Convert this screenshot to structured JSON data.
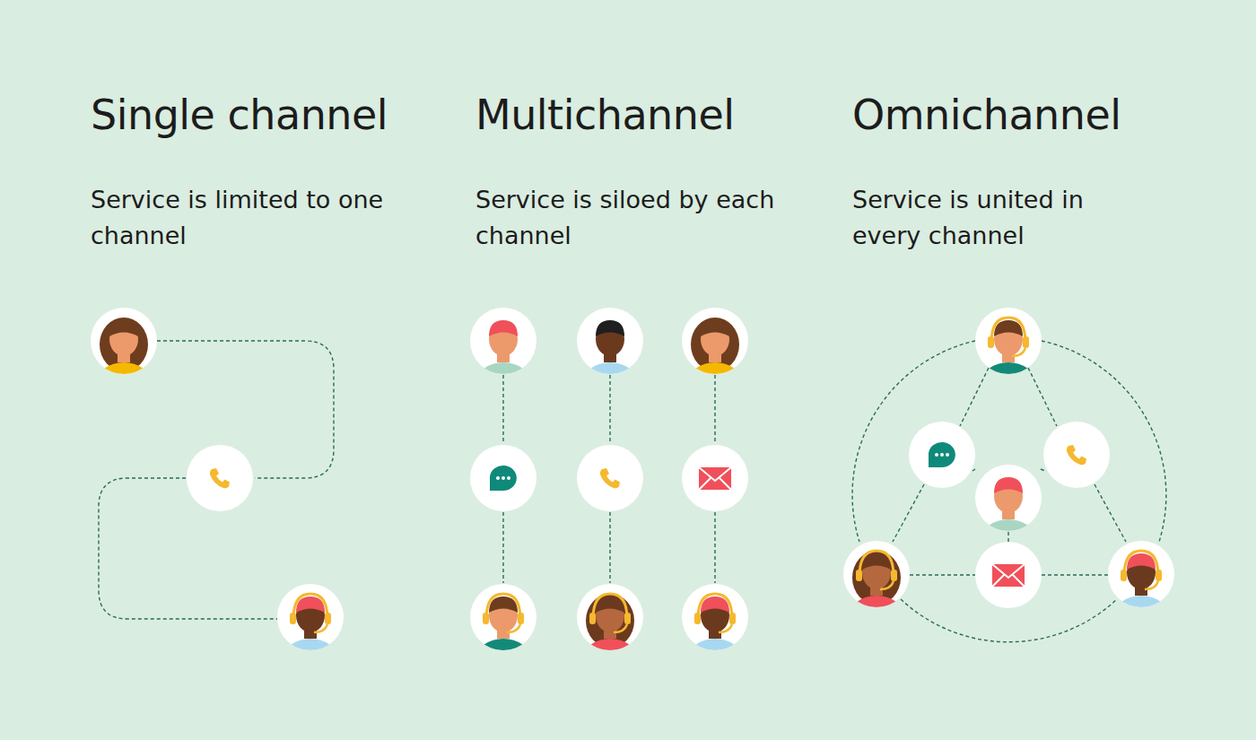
{
  "diagram": {
    "labels": [
      "Single channel",
      "Service is limited to one channel",
      "Multichannel",
      "Service is siloed by each channel",
      "Omnichannel",
      "Service is united in every channel"
    ]
  }
}
